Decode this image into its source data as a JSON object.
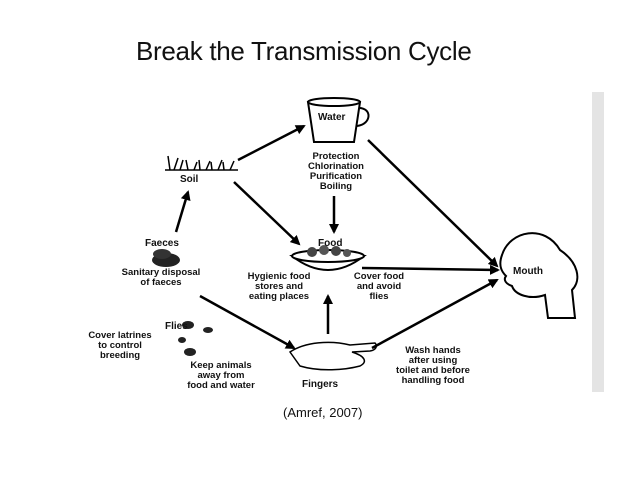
{
  "title": "Break the Transmission Cycle",
  "nodes": {
    "water": "Water",
    "soil": "Soil",
    "faeces": "Faeces",
    "food": "Food",
    "flies": "Flies",
    "fingers": "Fingers",
    "mouth": "Mouth"
  },
  "barriers": {
    "water_treatment": "Protection\nChlorination\nPurification\nBoiling",
    "sanitary_disposal": "Sanitary disposal\nof faeces",
    "hygienic_food": "Hygienic food\nstores and\neating places",
    "cover_food": "Cover food\nand avoid\nflies",
    "cover_latrines": "Cover latrines\nto control\nbreeding",
    "keep_animals": "Keep animals\naway from\nfood and water",
    "wash_hands": "Wash hands\nafter using\ntoilet and before\nhandling food"
  },
  "caption": "(Amref, 2007)"
}
